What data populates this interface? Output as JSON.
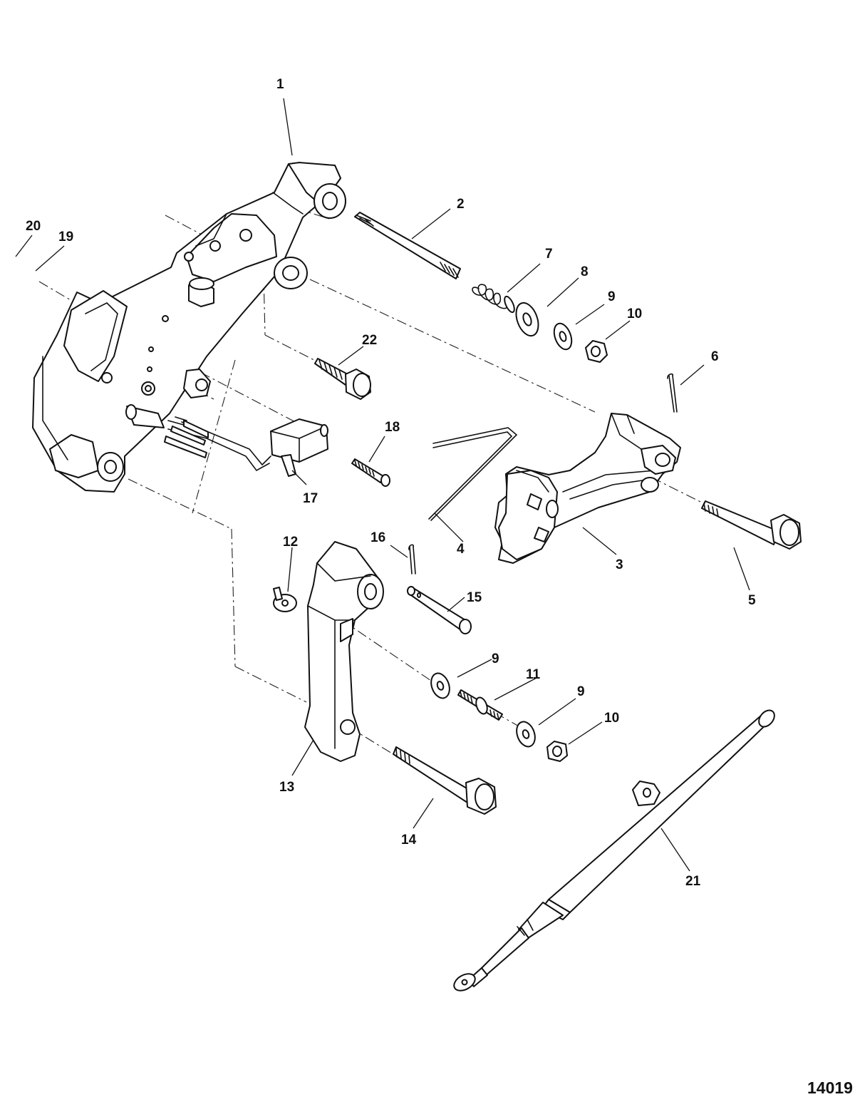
{
  "figure_id": "14019",
  "callouts": [
    {
      "id": "1",
      "label": "1"
    },
    {
      "id": "2",
      "label": "2"
    },
    {
      "id": "3",
      "label": "3"
    },
    {
      "id": "4",
      "label": "4"
    },
    {
      "id": "5",
      "label": "5"
    },
    {
      "id": "6",
      "label": "6"
    },
    {
      "id": "7",
      "label": "7"
    },
    {
      "id": "8",
      "label": "8"
    },
    {
      "id": "9a",
      "label": "9"
    },
    {
      "id": "10a",
      "label": "10"
    },
    {
      "id": "11",
      "label": "11"
    },
    {
      "id": "12",
      "label": "12"
    },
    {
      "id": "13",
      "label": "13"
    },
    {
      "id": "14",
      "label": "14"
    },
    {
      "id": "15",
      "label": "15"
    },
    {
      "id": "16",
      "label": "16"
    },
    {
      "id": "17",
      "label": "17"
    },
    {
      "id": "18",
      "label": "18"
    },
    {
      "id": "19",
      "label": "19"
    },
    {
      "id": "20",
      "label": "20"
    },
    {
      "id": "21",
      "label": "21"
    },
    {
      "id": "22",
      "label": "22"
    },
    {
      "id": "9b",
      "label": "9"
    },
    {
      "id": "9c",
      "label": "9"
    },
    {
      "id": "10b",
      "label": "10"
    }
  ]
}
